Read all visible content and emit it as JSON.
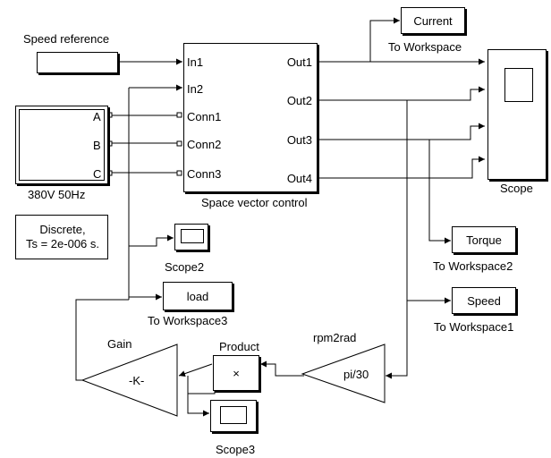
{
  "blocks": {
    "speed_reference": {
      "label": "Speed reference"
    },
    "source": {
      "label": "380V 50Hz",
      "ports": [
        "A",
        "B",
        "C"
      ]
    },
    "powergui": {
      "line1": "Discrete,",
      "line2": "Ts = 2e-006 s."
    },
    "svc": {
      "label": "Space vector control",
      "inputs": [
        "In1",
        "In2",
        "Conn1",
        "Conn2",
        "Conn3"
      ],
      "outputs": [
        "Out1",
        "Out2",
        "Out3",
        "Out4"
      ]
    },
    "current": {
      "text": "Current",
      "label": "To Workspace"
    },
    "scope": {
      "label": "Scope"
    },
    "torque": {
      "text": "Torque",
      "label": "To Workspace2"
    },
    "speed": {
      "text": "Speed",
      "label": "To Workspace1"
    },
    "scope2": {
      "label": "Scope2"
    },
    "load": {
      "text": "load",
      "label": "To Workspace3"
    },
    "rpm2rad": {
      "text": "pi/30",
      "label": "rpm2rad"
    },
    "product": {
      "text": "×",
      "label": "Product"
    },
    "gain": {
      "text": "-K-",
      "label": "Gain"
    },
    "scope3": {
      "label": "Scope3"
    }
  },
  "colors": {
    "line": "#000000",
    "background": "#ffffff"
  }
}
